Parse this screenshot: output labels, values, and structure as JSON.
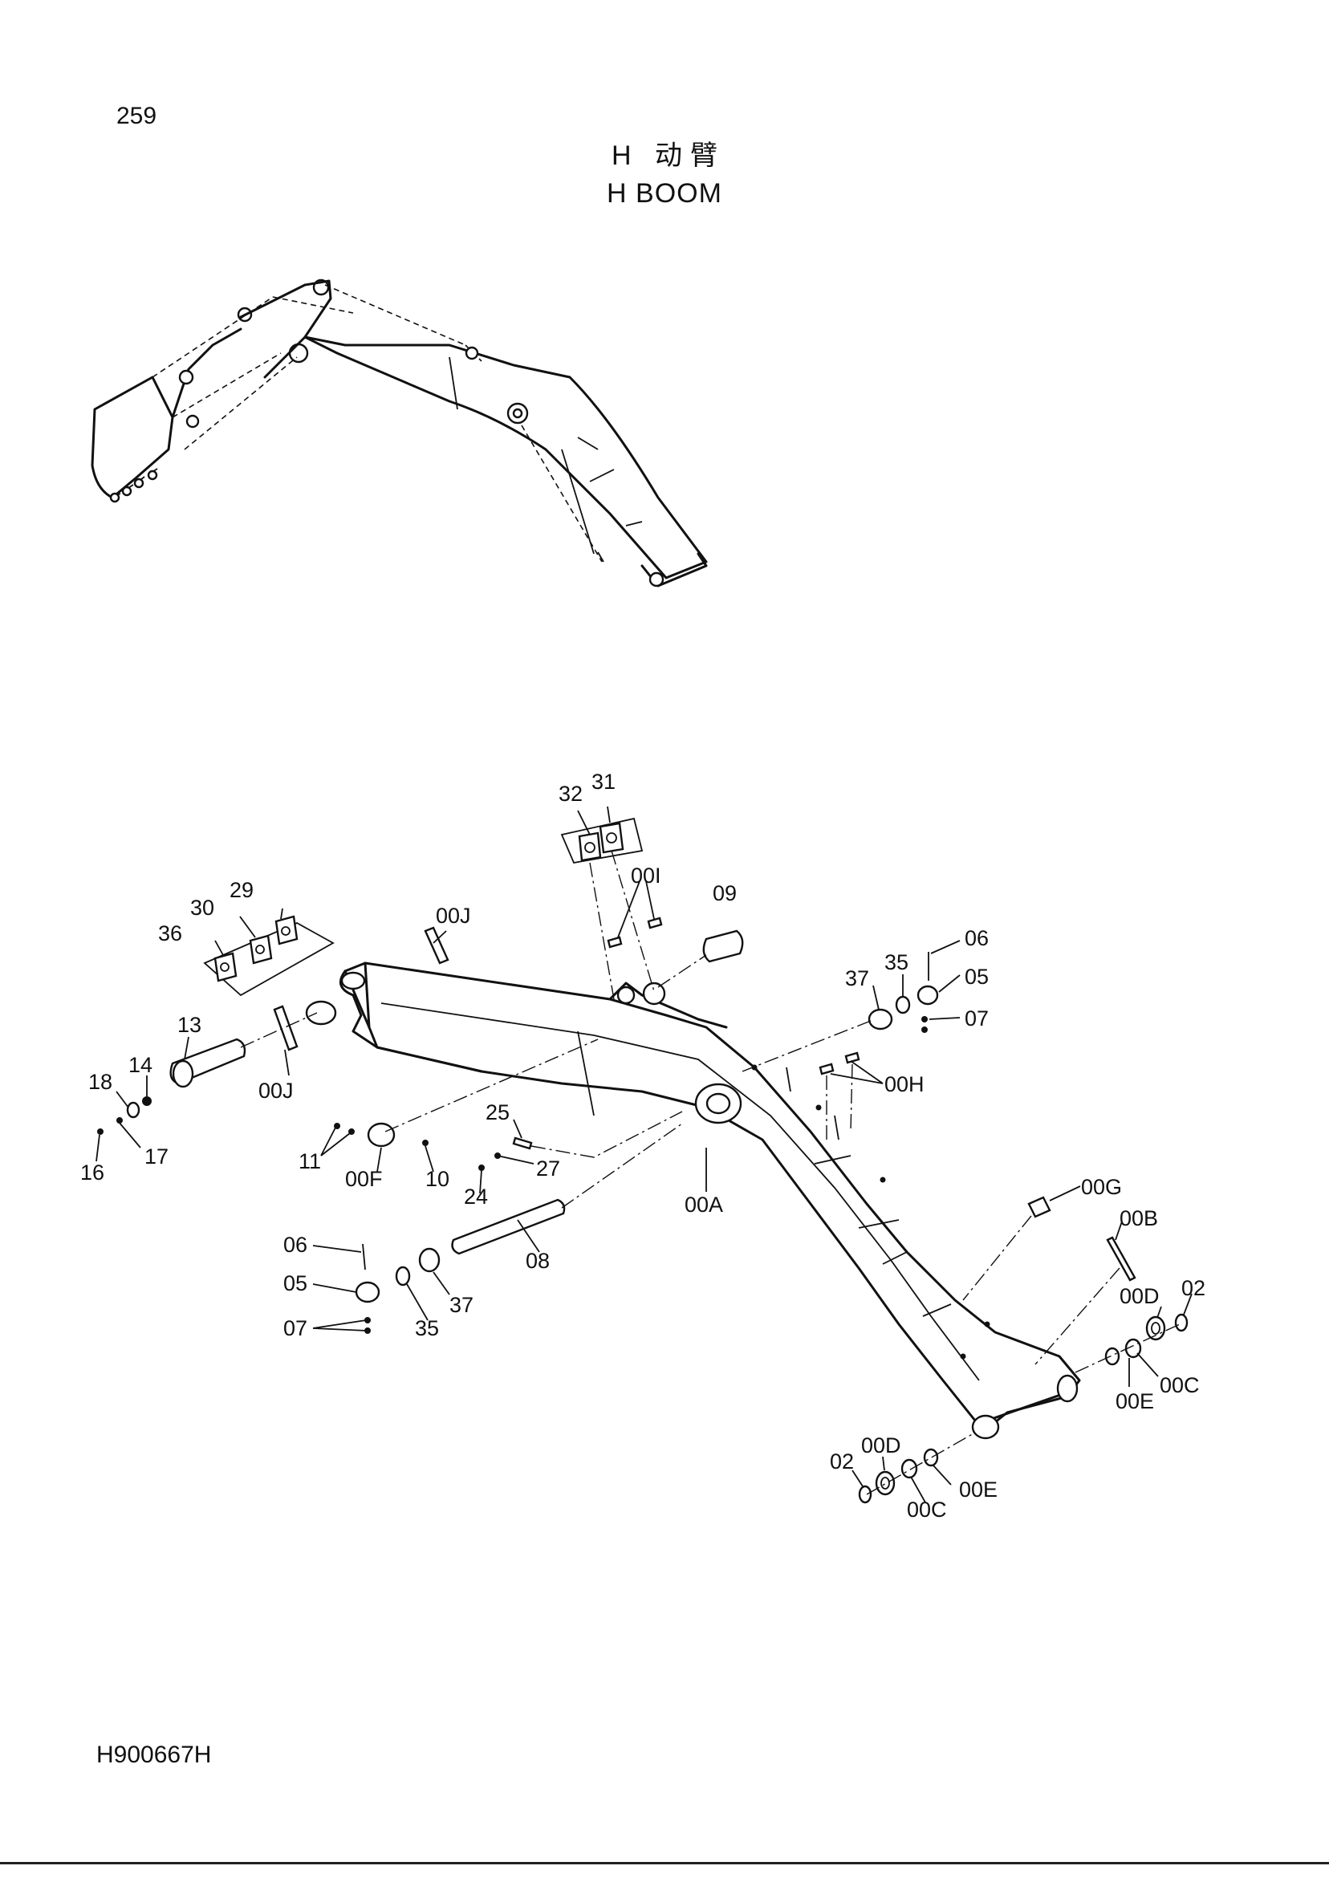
{
  "page_number": "259",
  "title_cn": "H 动臂",
  "title_en": "H BOOM",
  "doc_code": "H900667H",
  "callouts": {
    "c32": "32",
    "c31": "31",
    "c00I": "00I",
    "c09": "09",
    "c29": "29",
    "c30": "30",
    "c36": "36",
    "c00J_top": "00J",
    "c13": "13",
    "c14": "14",
    "c18": "18",
    "c16": "16",
    "c17": "17",
    "c00J_low": "00J",
    "c37_r": "37",
    "c35_r": "35",
    "c06_r": "06",
    "c05_r": "05",
    "c07_r": "07",
    "c00H": "00H",
    "c25": "25",
    "c27": "27",
    "c24": "24",
    "c11": "11",
    "c00F": "00F",
    "c10": "10",
    "c00A": "00A",
    "c08": "08",
    "c06_l": "06",
    "c05_l": "05",
    "c07_l": "07",
    "c35_l": "35",
    "c37_l": "37",
    "c00G": "00G",
    "c00B": "00B",
    "c00D_r": "00D",
    "c02_r": "02",
    "c00E_r": "00E",
    "c00C_r": "00C",
    "c02_l": "02",
    "c00D_l": "00D",
    "c00C_l": "00C",
    "c00E_l": "00E"
  }
}
